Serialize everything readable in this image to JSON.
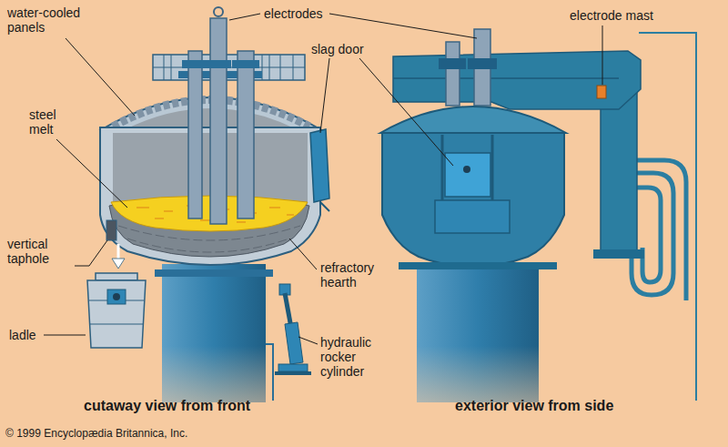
{
  "diagram": {
    "labels": [
      "water-cooled panels",
      "electrodes",
      "electrode mast",
      "slag door",
      "steel melt",
      "vertical taphole",
      "ladle",
      "refractory hearth",
      "hydraulic rocker cylinder",
      "cutaway view from front",
      "exterior view from side",
      "© 1999 Encyclopædia Britannica, Inc."
    ]
  }
}
